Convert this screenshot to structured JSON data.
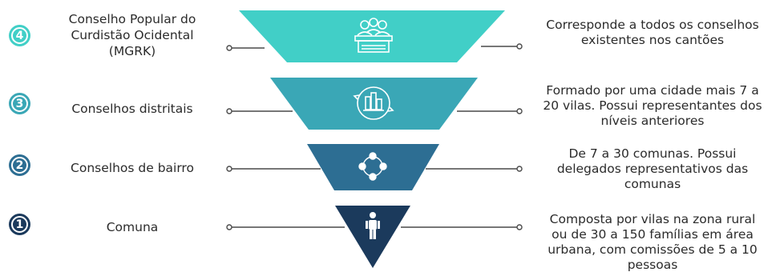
{
  "levels": [
    {
      "number": "4",
      "name_lines": [
        "Conselho Popular do",
        "Curdistão Ocidental",
        "(MGRK)"
      ],
      "description_lines": [
        "Corresponde a todos os conselhos",
        "existentes nos cantões"
      ],
      "color": "#41cfc7",
      "icon": "council-people-icon"
    },
    {
      "number": "3",
      "name_lines": [
        "Conselhos distritais"
      ],
      "description_lines": [
        "Formado por uma cidade mais 7 a",
        "20 vilas. Possui representantes dos",
        "níveis anteriores"
      ],
      "color": "#3aa7b6",
      "icon": "city-cycle-icon"
    },
    {
      "number": "2",
      "name_lines": [
        "Conselhos de bairro"
      ],
      "description_lines": [
        "De 7 a 30 comunas. Possui",
        "delegados representativos das",
        "comunas"
      ],
      "color": "#2d6e93",
      "icon": "network-people-icon"
    },
    {
      "number": "1",
      "name_lines": [
        "Comuna"
      ],
      "description_lines": [
        "Composta por vilas na zona rural",
        "ou de 30 a 150 famílias em área",
        "urbana, com comissões de 5 a 10",
        "pessoas"
      ],
      "color": "#1b3a5c",
      "icon": "person-icon"
    }
  ],
  "colors": {
    "connector": "#4a4a4a",
    "badge_4": "#41cfc7",
    "badge_3": "#3aa7b6",
    "badge_2": "#2d6e93",
    "badge_1": "#1b3a5c"
  }
}
